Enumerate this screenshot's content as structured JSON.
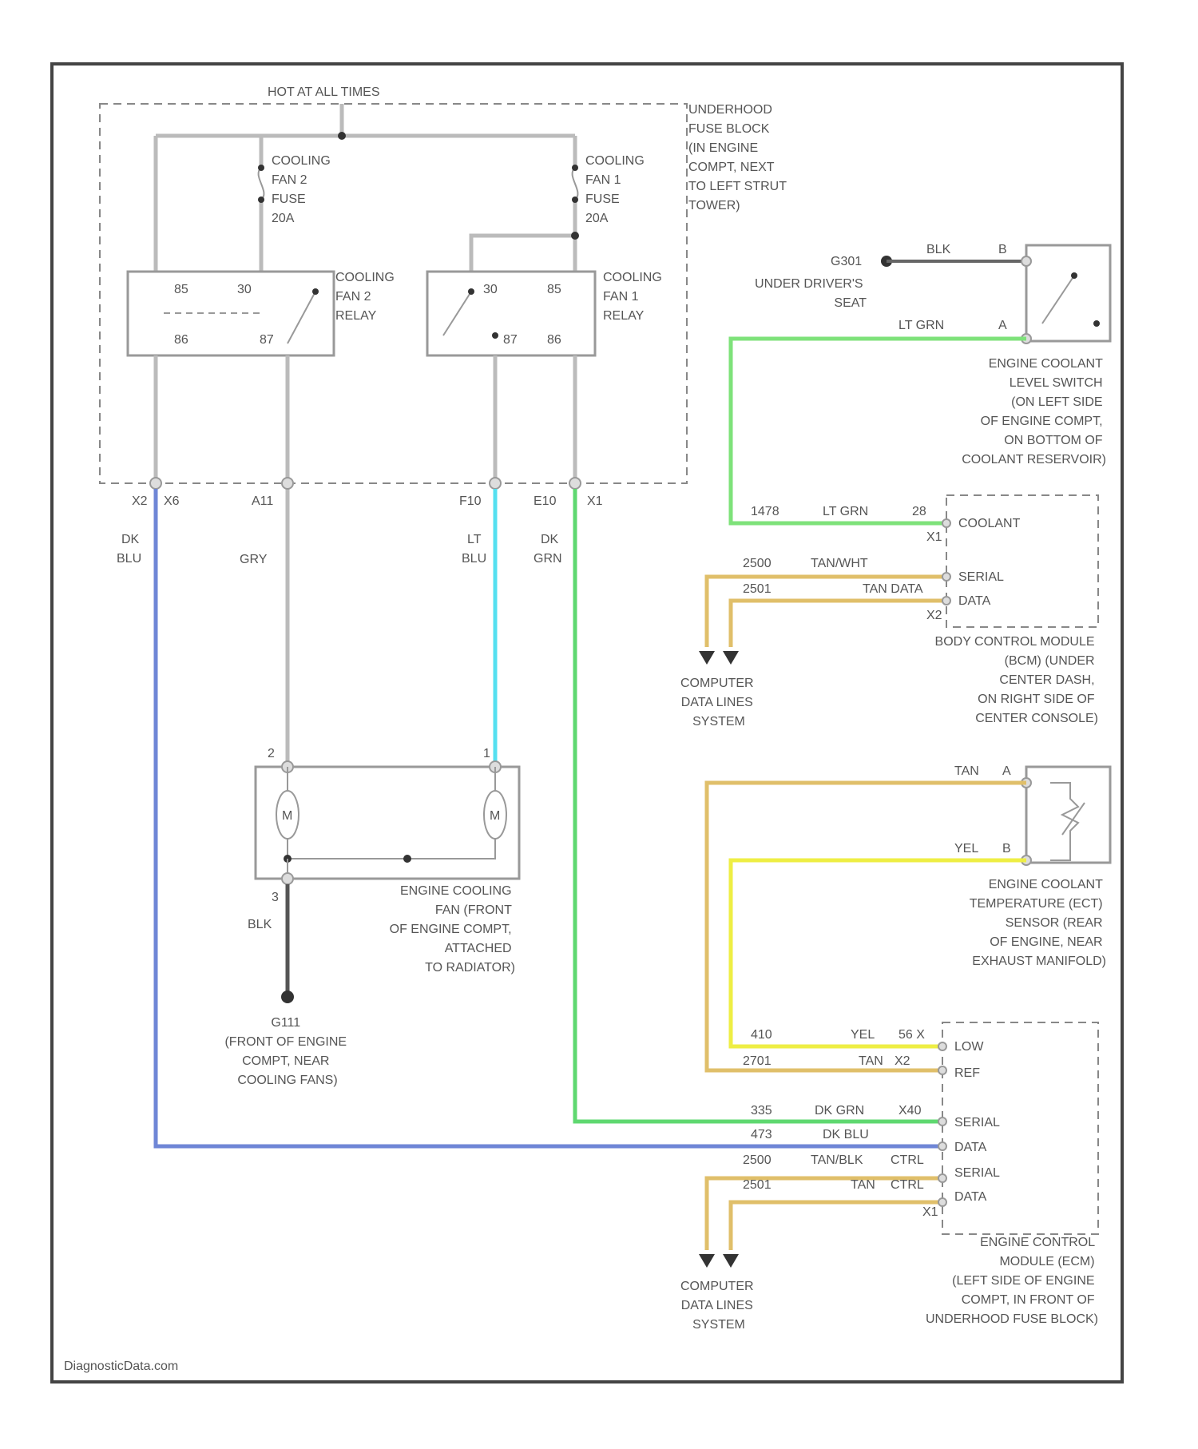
{
  "watermark": "DiagnosticData.com",
  "colors": {
    "dk_blu": "#6f86d6",
    "lt_blu": "#55e0f0",
    "dk_grn": "#5fd870",
    "lt_grn": "#7ee27a",
    "tan": "#e0bf6a",
    "yel": "#eeee44",
    "gry": "#bbbbbb"
  },
  "top_note": "HOT AT ALL TIMES",
  "fuse_block": [
    "UNDERHOOD",
    "FUSE BLOCK",
    "(IN ENGINE",
    "COMPT, NEXT",
    "TO LEFT STRUT",
    "TOWER)"
  ],
  "fuse2": [
    "COOLING",
    "FAN 2",
    "FUSE",
    "20A"
  ],
  "fuse1": [
    "COOLING",
    "FAN 1",
    "FUSE",
    "20A"
  ],
  "relay2": {
    "label": [
      "COOLING",
      "FAN 2",
      "RELAY"
    ],
    "pins": [
      "85",
      "30",
      "86",
      "87"
    ]
  },
  "relay1": {
    "label": [
      "COOLING",
      "FAN 1",
      "RELAY"
    ],
    "pins": [
      "30",
      "85",
      "87",
      "86"
    ]
  },
  "connectors": [
    "X2",
    "X6",
    "A11",
    "F10",
    "E10",
    "X1"
  ],
  "wire_left": {
    "color": [
      "DK",
      "BLU"
    ]
  },
  "wire_gry": "GRY",
  "wire_ltblu": [
    "LT",
    "BLU"
  ],
  "wire_dkgrn": [
    "DK",
    "GRN"
  ],
  "fan": {
    "pins": [
      "2",
      "1",
      "3"
    ],
    "m": "M",
    "wire": "BLK",
    "label": [
      "ENGINE COOLING",
      "FAN (FRONT",
      "OF ENGINE COMPT,",
      "ATTACHED",
      "TO RADIATOR)"
    ]
  },
  "ground_g111": [
    "G111",
    "(FRONT OF ENGINE",
    "COMPT, NEAR",
    "COOLING FANS)"
  ],
  "ground_g301": {
    "id": "G301",
    "label": [
      "UNDER DRIVER'S",
      "SEAT"
    ],
    "wire": "BLK",
    "pin": "B"
  },
  "level_switch": {
    "wire": "LT GRN",
    "pin": "A",
    "label": [
      "ENGINE COOLANT",
      "LEVEL SWITCH",
      "(ON LEFT SIDE",
      "OF ENGINE COMPT,",
      "ON BOTTOM OF",
      "COOLANT RESERVOIR)"
    ]
  },
  "bcm": {
    "rows": [
      {
        "circuit": "1478",
        "color": "LT GRN",
        "pin": "28",
        "term": "COOLANT",
        "conn": "X1"
      },
      {
        "circuit": "2500",
        "color": "TAN/WHT",
        "pin": "",
        "term": "SERIAL",
        "conn": ""
      },
      {
        "circuit": "2501",
        "color": "TAN DATA",
        "pin": "",
        "term": "DATA",
        "conn": "X2"
      }
    ],
    "label": [
      "BODY CONTROL MODULE",
      "(BCM) (UNDER",
      "CENTER DASH,",
      "ON RIGHT SIDE OF",
      "CENTER CONSOLE)"
    ]
  },
  "data_lines": [
    "COMPUTER",
    "DATA LINES",
    "SYSTEM"
  ],
  "ect": {
    "wires": [
      {
        "color": "TAN",
        "pin": "A"
      },
      {
        "color": "YEL",
        "pin": "B"
      }
    ],
    "label": [
      "ENGINE COOLANT",
      "TEMPERATURE (ECT)",
      "SENSOR (REAR",
      "OF ENGINE, NEAR",
      "EXHAUST MANIFOLD)"
    ]
  },
  "ecm": {
    "rows": [
      {
        "circuit": "410",
        "color": "YEL",
        "pin": "56 X",
        "term": "LOW"
      },
      {
        "circuit": "2701",
        "color": "TAN",
        "pin": "X2",
        "term": "REF"
      },
      {
        "circuit": "335",
        "color": "DK GRN",
        "pin": "X40",
        "term": "SERIAL"
      },
      {
        "circuit": "473",
        "color": "DK BLU",
        "pin": "",
        "term": "DATA"
      },
      {
        "circuit": "2500",
        "color": "TAN/BLK",
        "pin": "CTRL",
        "term": "SERIAL"
      },
      {
        "circuit": "2501",
        "color": "TAN",
        "pin": "CTRL",
        "term": "DATA"
      }
    ],
    "conn_bottom": "X1",
    "label": [
      "ENGINE CONTROL",
      "MODULE (ECM)",
      "(LEFT SIDE OF ENGINE",
      "COMPT, IN FRONT OF",
      "UNDERHOOD FUSE BLOCK)"
    ]
  }
}
